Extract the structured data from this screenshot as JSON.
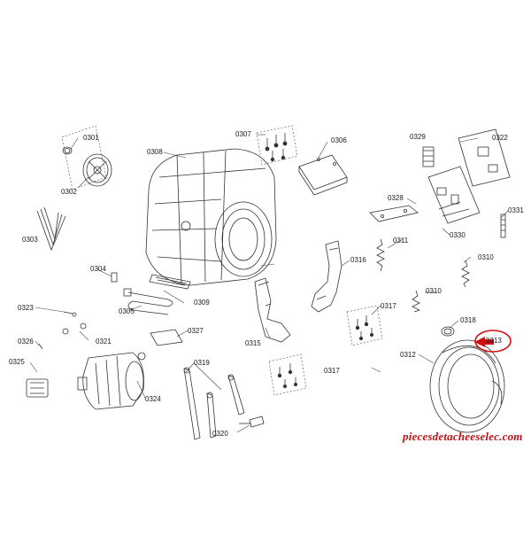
{
  "diagram": {
    "parts": [
      {
        "id": "p0301",
        "label": "0301",
        "name": "seal-ring"
      },
      {
        "id": "p0302",
        "label": "0302",
        "name": "drum-pulley"
      },
      {
        "id": "p0303",
        "label": "0303",
        "name": "drive-belt"
      },
      {
        "id": "p0304",
        "label": "0304",
        "name": "sensor-clip"
      },
      {
        "id": "p0305",
        "label": "0305",
        "name": "heating-element"
      },
      {
        "id": "p0307",
        "label": "0307",
        "name": "screw-set"
      },
      {
        "id": "p0308",
        "label": "0308",
        "name": "tub-drum"
      },
      {
        "id": "p0306",
        "label": "0306",
        "name": "cover-plate"
      },
      {
        "id": "p0309",
        "label": "0309",
        "name": "seal-strip"
      },
      {
        "id": "p0315",
        "label": "0315",
        "name": "counterweight-left"
      },
      {
        "id": "p0316",
        "label": "0316",
        "name": "counterweight-right"
      },
      {
        "id": "p0317a",
        "label": "0317",
        "name": "screw-set-upper"
      },
      {
        "id": "p0317b",
        "label": "0317",
        "name": "screw-set-lower"
      },
      {
        "id": "p0318",
        "label": "0318",
        "name": "hose-clamp"
      },
      {
        "id": "p0319",
        "label": "0319",
        "name": "shock-absorbers"
      },
      {
        "id": "p0320",
        "label": "0320",
        "name": "bolt"
      },
      {
        "id": "p0321",
        "label": "0321",
        "name": "nut"
      },
      {
        "id": "p0323",
        "label": "0323",
        "name": "screw"
      },
      {
        "id": "p0324",
        "label": "0324",
        "name": "motor"
      },
      {
        "id": "p0325",
        "label": "0325",
        "name": "connector"
      },
      {
        "id": "p0326",
        "label": "0326",
        "name": "clip"
      },
      {
        "id": "p0327",
        "label": "0327",
        "name": "label-plate"
      },
      {
        "id": "p0328",
        "label": "0328",
        "name": "bracket"
      },
      {
        "id": "p0329",
        "label": "0329",
        "name": "suppressor"
      },
      {
        "id": "p0322",
        "label": "0322",
        "name": "control-module"
      },
      {
        "id": "p0330",
        "label": "0330",
        "name": "circuit-board"
      },
      {
        "id": "p0331",
        "label": "0331",
        "name": "filter-strip"
      },
      {
        "id": "p0311",
        "label": "0311",
        "name": "spring-left"
      },
      {
        "id": "p0310a",
        "label": "0310",
        "name": "spring-right"
      },
      {
        "id": "p0310b",
        "label": "0310",
        "name": "spring-mid"
      },
      {
        "id": "p0312",
        "label": "0312",
        "name": "door-gasket"
      },
      {
        "id": "p0313",
        "label": "0313",
        "name": "gasket-clamp",
        "highlighted": true
      }
    ],
    "watermark": "piecesdetacheeselec.com",
    "highlight_color": "#d01010"
  }
}
